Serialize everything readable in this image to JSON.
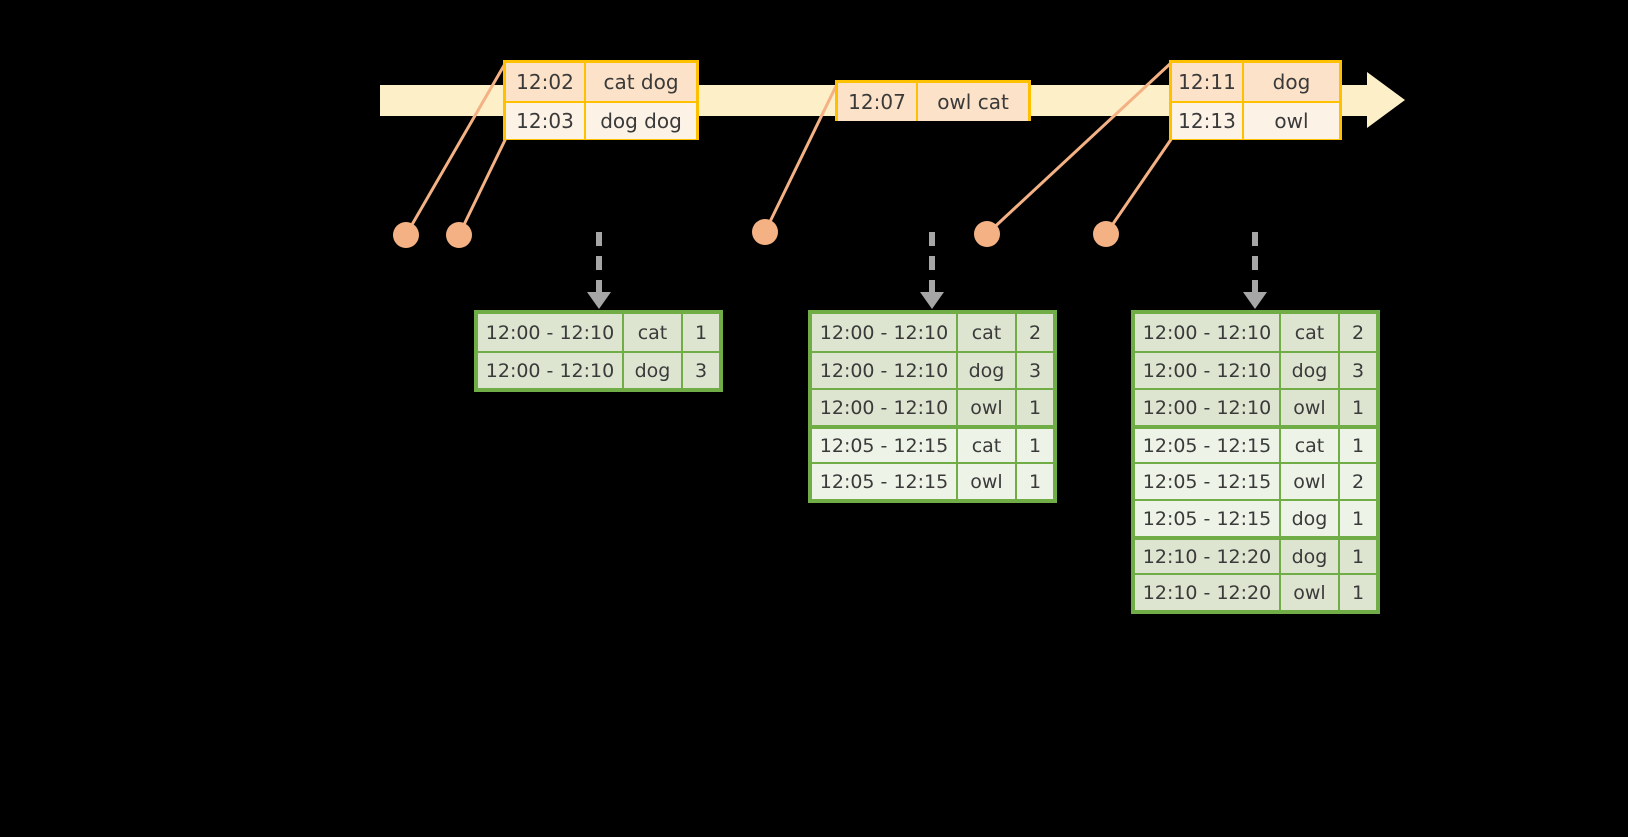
{
  "timeline": {
    "bar_color": "#fdf0c9",
    "arrow_head": "timeline-arrow-head",
    "event_groups": [
      {
        "name": "events-group-1",
        "rows": [
          {
            "time": "12:02",
            "words": "cat dog"
          },
          {
            "time": "12:03",
            "words": "dog dog"
          }
        ]
      },
      {
        "name": "events-group-2",
        "rows": [
          {
            "time": "12:07",
            "words": "owl cat"
          }
        ]
      },
      {
        "name": "events-group-3",
        "rows": [
          {
            "time": "12:11",
            "words": "dog"
          },
          {
            "time": "12:13",
            "words": "owl"
          }
        ]
      }
    ]
  },
  "colors": {
    "timeline_fill": "#fdf0c9",
    "event_border": "#ffc000",
    "event_fill_dark": "#fce2c8",
    "event_fill_light": "#fdf2e6",
    "connector": "#f4b183",
    "dot": "#f4b183",
    "table_border": "#70ad47",
    "table_fill_dark": "#dde5d0",
    "table_fill_light": "#eef3e7",
    "dashed_arrow": "#a6a6a6",
    "background": "#000000",
    "text": "#3a3a3a"
  },
  "tables": [
    {
      "name": "result-table-1",
      "rows": [
        {
          "range": "12:00 - 12:10",
          "word": "cat",
          "count": "1",
          "group": 1
        },
        {
          "range": "12:00 - 12:10",
          "word": "dog",
          "count": "3",
          "group": 1
        }
      ]
    },
    {
      "name": "result-table-2",
      "rows": [
        {
          "range": "12:00 - 12:10",
          "word": "cat",
          "count": "2",
          "group": 1
        },
        {
          "range": "12:00 - 12:10",
          "word": "dog",
          "count": "3",
          "group": 1
        },
        {
          "range": "12:00 - 12:10",
          "word": "owl",
          "count": "1",
          "group": 1
        },
        {
          "range": "12:05 - 12:15",
          "word": "cat",
          "count": "1",
          "group": 2
        },
        {
          "range": "12:05 - 12:15",
          "word": "owl",
          "count": "1",
          "group": 2
        }
      ]
    },
    {
      "name": "result-table-3",
      "rows": [
        {
          "range": "12:00 - 12:10",
          "word": "cat",
          "count": "2",
          "group": 1
        },
        {
          "range": "12:00 - 12:10",
          "word": "dog",
          "count": "3",
          "group": 1
        },
        {
          "range": "12:00 - 12:10",
          "word": "owl",
          "count": "1",
          "group": 1
        },
        {
          "range": "12:05 - 12:15",
          "word": "cat",
          "count": "1",
          "group": 2
        },
        {
          "range": "12:05 - 12:15",
          "word": "owl",
          "count": "2",
          "group": 2
        },
        {
          "range": "12:05 - 12:15",
          "word": "dog",
          "count": "1",
          "group": 2
        },
        {
          "range": "12:10 - 12:20",
          "word": "dog",
          "count": "1",
          "group": 3
        },
        {
          "range": "12:10 - 12:20",
          "word": "owl",
          "count": "1",
          "group": 3
        }
      ]
    }
  ]
}
